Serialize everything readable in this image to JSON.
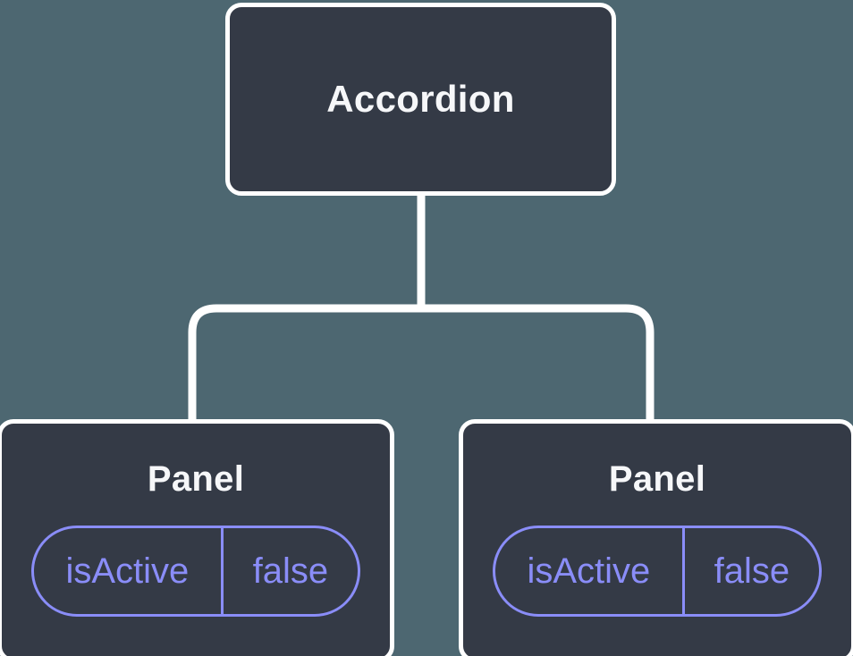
{
  "diagram": {
    "type": "component-tree",
    "colors": {
      "background": "#4D6771",
      "node_fill": "#343A46",
      "node_border": "#FFFFFF",
      "connector": "#FFFFFF",
      "title_text": "#F6F7F9",
      "state_accent": "#8A8DF8"
    },
    "tree": {
      "root": {
        "label": "Accordion"
      },
      "children": [
        {
          "label": "Panel",
          "state": {
            "key": "isActive",
            "value": "false"
          }
        },
        {
          "label": "Panel",
          "state": {
            "key": "isActive",
            "value": "false"
          }
        }
      ]
    }
  }
}
